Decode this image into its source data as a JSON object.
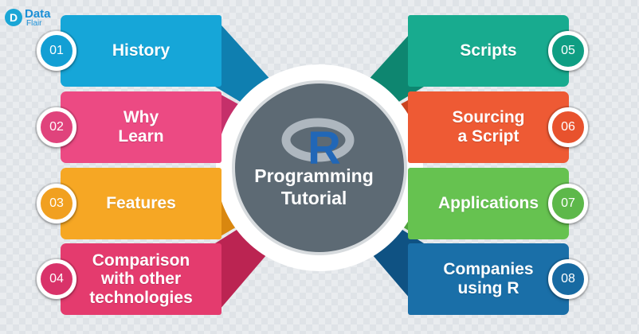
{
  "logo": {
    "line1": "Data",
    "line2": "Flair"
  },
  "center": {
    "letter": "R",
    "title_line1": "Programming",
    "title_line2": "Tutorial"
  },
  "left_items": [
    {
      "number": "01",
      "label": "History",
      "color": "#16a6d8",
      "dark": "#0f7fb0",
      "badge_color": "#129fd4"
    },
    {
      "number": "02",
      "label": "Why\nLearn",
      "color": "#ec4a83",
      "dark": "#c5306a",
      "badge_color": "#e0437c"
    },
    {
      "number": "03",
      "label": "Features",
      "color": "#f6a724",
      "dark": "#d9870f",
      "badge_color": "#f1a020"
    },
    {
      "number": "04",
      "label": "Comparison\nwith other\ntechnologies",
      "color": "#e43b6e",
      "dark": "#bb2452",
      "badge_color": "#d9336a"
    }
  ],
  "right_items": [
    {
      "number": "05",
      "label": "Scripts",
      "color": "#18ab8f",
      "dark": "#0e8670",
      "badge_color": "#0f9e83"
    },
    {
      "number": "06",
      "label": "Sourcing\na Script",
      "color": "#ee5a34",
      "dark": "#c94320",
      "badge_color": "#e8522d"
    },
    {
      "number": "07",
      "label": "Applications",
      "color": "#66c250",
      "dark": "#4ea23b",
      "badge_color": "#5db84a"
    },
    {
      "number": "08",
      "label": "Companies\nusing R",
      "color": "#1a6fa8",
      "dark": "#0f5283",
      "badge_color": "#176aa2"
    }
  ]
}
